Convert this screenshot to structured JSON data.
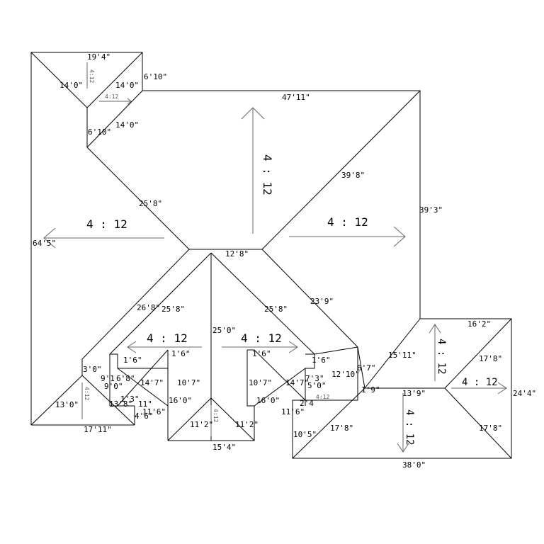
{
  "pitch": "4:12",
  "pitch_spaced": "4 : 12",
  "dimensions": {
    "d19_4": "19'4\"",
    "d14_0a": "14'0\"",
    "d14_0b": "14'0\"",
    "d14_0c": "14'0\"",
    "d6_10a": "6'10\"",
    "d6_10b": "6'10\"",
    "d47_11": "47'11\"",
    "d39_8": "39'8\"",
    "d39_3": "39'3\"",
    "d25_8a": "25'8\"",
    "d64_5": "64'5\"",
    "d12_8": "12'8\"",
    "d26_8": "26'8\"",
    "d25_8b": "25'8\"",
    "d25_8c": "25'8\"",
    "d25_0": "25'0\"",
    "d23_9": "23'9\"",
    "d1_6a": "1'6\"",
    "d1_6b": "1'6\"",
    "d1_6c": "1'6\"",
    "d1_6d": "1'6\"",
    "d3_0a": "3'0\"",
    "d9_1": "9'1",
    "d6_8": "6'8\"",
    "d9_0": "9'0\"",
    "d14_7a": "14'7\"",
    "d14_7b": "14'7\"",
    "d10_7a": "10'7\"",
    "d10_7b": "10'7\"",
    "d16_0a": "16'0\"",
    "d16_0b": "16'0\"",
    "d11_6a": "11'6\"",
    "d11_6b": "11'6\"",
    "d13_0": "13'0\"",
    "d13_8": "13'8\"",
    "d1_3": "1'3\"",
    "d1_1": "11\"",
    "d4_6": "4'6\"",
    "d17_11": "17'11\"",
    "d11_2a": "11'2\"",
    "d11_2b": "11'2\"",
    "d15_4": "15'4\"",
    "d7_3": "7'3\"",
    "d5_0": "5'0\"",
    "d12_10": "12'10\"",
    "d2_4": "2'4",
    "d6_7": "6'7\"",
    "d1_9": "1'9\"",
    "d15_11": "15'11\"",
    "d16_2": "16'2\"",
    "d17_8a": "17'8\"",
    "d17_8b": "17'8\"",
    "d17_8c": "17'8\"",
    "d13_9": "13'9\"",
    "d24_4": "24'4\"",
    "d10_5": "10'5\"",
    "d38_0": "38'0\""
  }
}
